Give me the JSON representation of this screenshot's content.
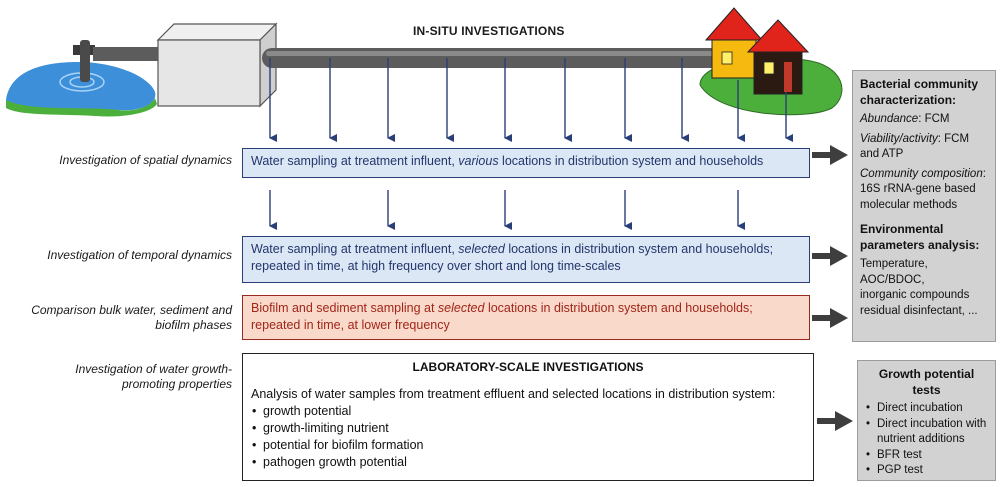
{
  "header": {
    "title": "IN-SITU INVESTIGATIONS"
  },
  "rows": {
    "spatial_label": "Investigation of spatial dynamics",
    "temporal_label": "Investigation of temporal dynamics",
    "comparison_label_1": "Comparison bulk water, sediment and",
    "comparison_label_2": "biofilm phases",
    "growth_label_1": "Investigation of water growth-",
    "growth_label_2": "promoting properties"
  },
  "boxes": {
    "spatial": {
      "pre": "Water sampling at treatment influent, ",
      "emph": "various",
      "post": " locations in distribution system and households"
    },
    "temporal": {
      "pre": "Water sampling at treatment influent, ",
      "emph": "selected",
      "post": " locations in distribution system and households;",
      "line2": "repeated in time, at high frequency over short and long time-scales"
    },
    "biofilm": {
      "pre": "Biofilm and sediment sampling at ",
      "emph": "selected",
      "post": " locations in distribution system and households;",
      "line2": "repeated in time, at lower frequency"
    },
    "lab": {
      "title": "LABORATORY-SCALE INVESTIGATIONS",
      "intro": "Analysis of water samples from treatment effluent and selected locations in distribution system:",
      "items": [
        "growth potential",
        "growth-limiting nutrient",
        "potential for biofilm formation",
        "pathogen growth potential"
      ]
    }
  },
  "side_panel_1": {
    "heading_1": "Bacterial community",
    "heading_2": "characterization:",
    "abundance_label": "Abundance",
    "abundance_value": ": FCM",
    "viability_label": "Viability/activity",
    "viability_value": ": FCM",
    "viability_value_2": "and ATP",
    "composition_label": "Community composition",
    "composition_value": ":",
    "composition_value_2": "16S rRNA-gene based",
    "composition_value_3": "molecular methods",
    "env_heading_1": "Environmental",
    "env_heading_2": "parameters analysis:",
    "env_lines": [
      "Temperature,",
      "AOC/BDOC,",
      "inorganic compounds",
      "residual disinfectant, ..."
    ]
  },
  "side_panel_2": {
    "heading": "Growth potential tests",
    "items": [
      "Direct incubation",
      "Direct incubation with",
      "nutrient additions",
      "BFR test",
      "PGP test"
    ]
  },
  "colors": {
    "blue_box": "#dce7f6",
    "blue_border": "#2a3f77",
    "red_box": "#f8d9ca",
    "red_text": "#a2261a",
    "arrow": "#2a3f77",
    "side_panel": "#d2d2d2",
    "pipe": "#5c5c5c",
    "water": "#3d8fd9",
    "grass": "#4caf3c",
    "house_yellow": "#f5b90f",
    "roof_red": "#e0231b"
  },
  "icons": [
    "faucet-icon",
    "pond-icon",
    "treatment-plant-icon",
    "pipe-icon",
    "house-icon"
  ]
}
